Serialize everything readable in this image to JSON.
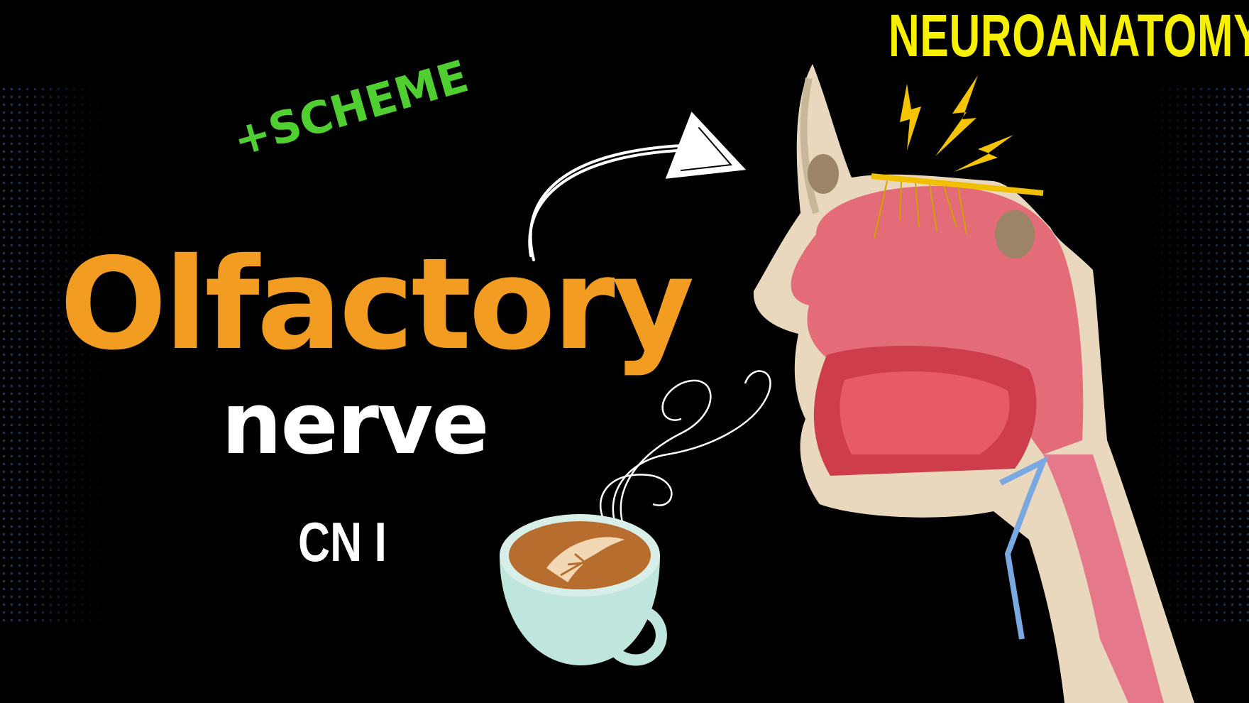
{
  "header": {
    "series_label": "NEUROANATOMY"
  },
  "title": {
    "main": "Olfactory",
    "sub": "nerve",
    "code": "CN I",
    "extra": "+SCHEME"
  },
  "colors": {
    "background": "#000000",
    "series_label": "#f7f000",
    "main": "#f39c22",
    "extra": "#4fcf30",
    "sub": "#ffffff"
  },
  "illustrations": [
    "arrow-icon",
    "coffee-cup-icon",
    "steam-icon",
    "head-sagittal-section",
    "lightning-bolt-icon"
  ]
}
